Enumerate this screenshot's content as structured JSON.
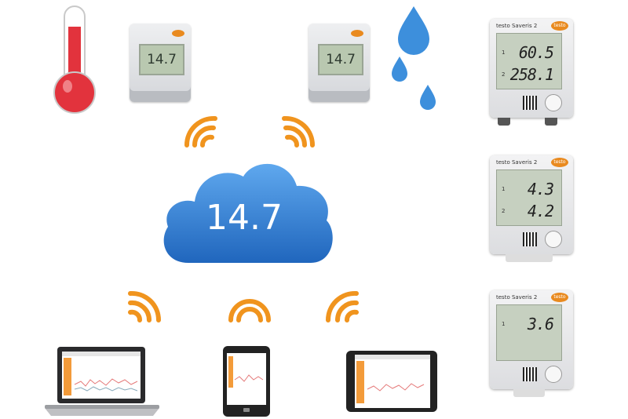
{
  "cloud": {
    "value": "14.7",
    "color": "#2f7fd1"
  },
  "logger_left": {
    "value": "14.7"
  },
  "logger_right": {
    "value": "14.7"
  },
  "saveris": [
    {
      "title": "testo Saveris 2",
      "logo": "testo",
      "ch1_label": "1",
      "ch2_label": "2",
      "ch1": "60.5",
      "ch2": "258.1"
    },
    {
      "title": "testo Saveris 2",
      "logo": "testo",
      "ch1_label": "1",
      "ch2_label": "2",
      "ch1": "4.3",
      "ch2": "4.2"
    },
    {
      "title": "testo Saveris 2",
      "logo": "testo",
      "ch1_label": "1",
      "ch1": "3.6"
    }
  ],
  "colors": {
    "signal": "#f0941e",
    "thermometer": "#e2333d",
    "water": "#3d8fdc"
  },
  "icons": [
    "thermometer-icon",
    "water-drops-icon",
    "cloud-icon",
    "wifi-signal-icon",
    "laptop-icon",
    "smartphone-icon",
    "tablet-icon"
  ]
}
